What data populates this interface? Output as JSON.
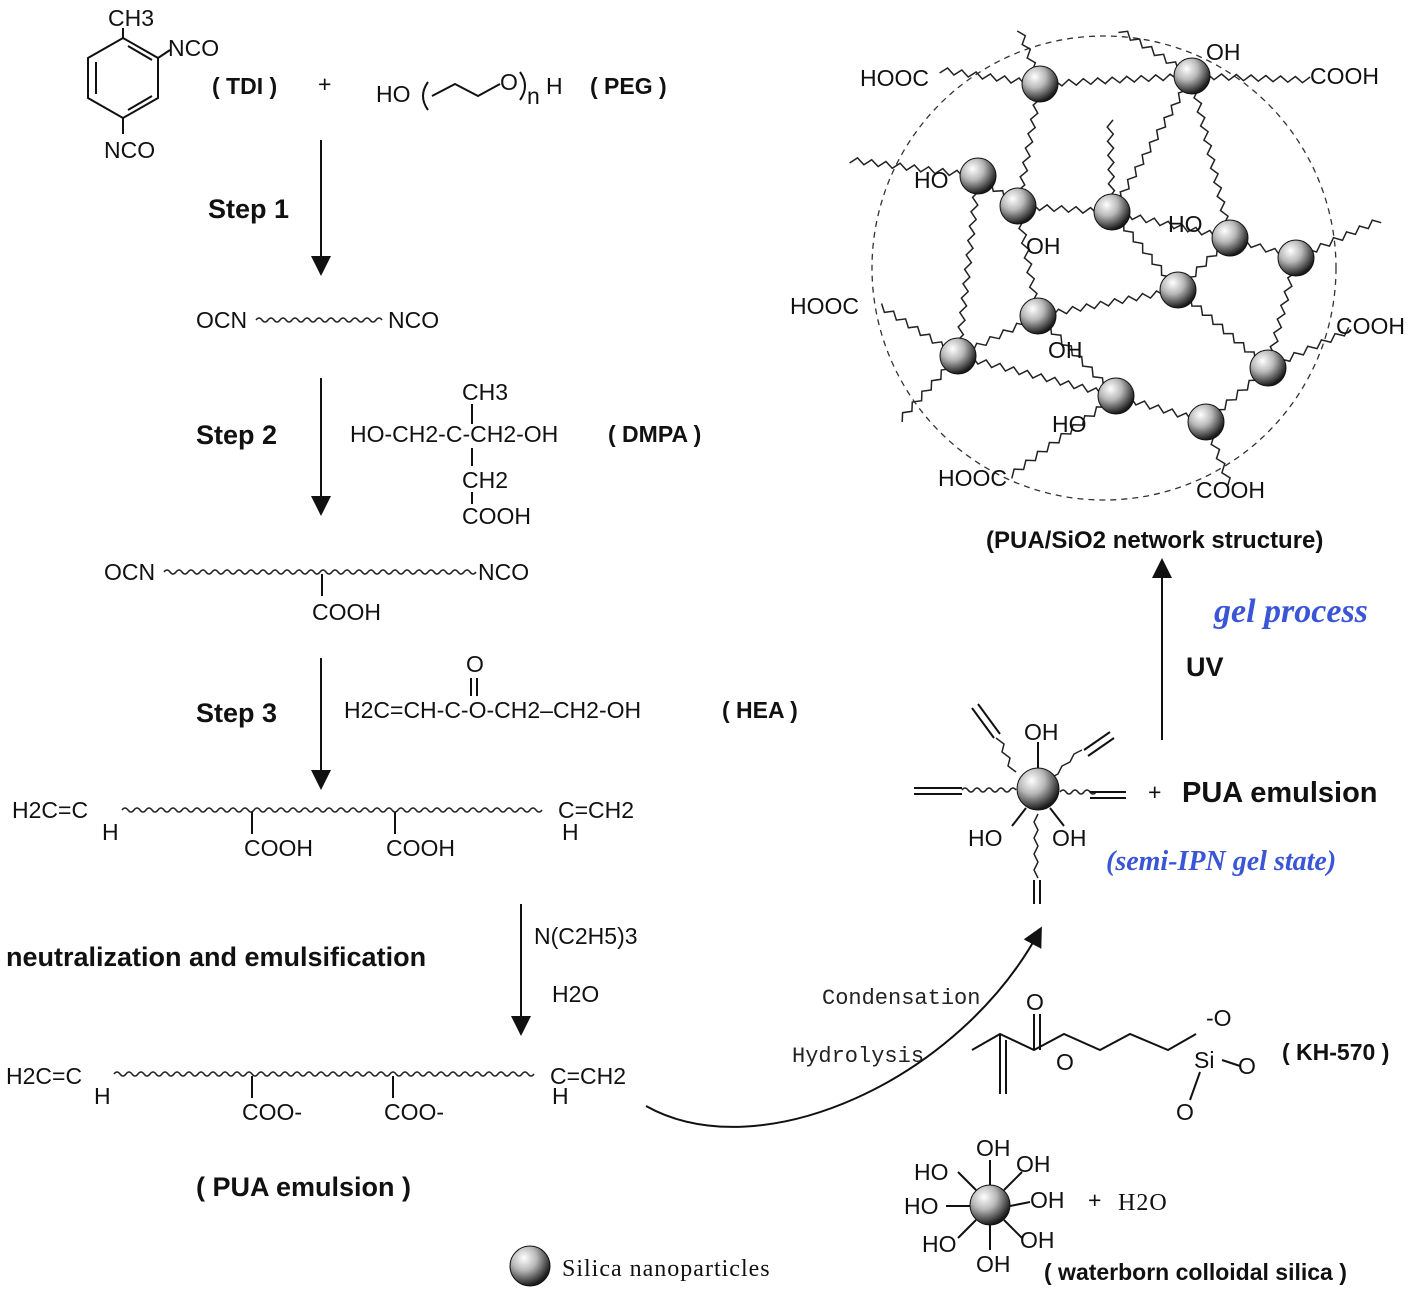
{
  "colors": {
    "accent_blue": "#3a55d6",
    "ink": "#111111"
  },
  "step1": {
    "tdi_ch3": "CH3",
    "tdi_nco_top": "NCO",
    "tdi_nco_bottom": "NCO",
    "tdi_label": "( TDI )",
    "plus": "+",
    "peg_ho": "HO",
    "peg_o": "O",
    "peg_n": "n",
    "peg_h": "H",
    "peg_label": "( PEG )",
    "step_label": "Step 1",
    "product_left": "OCN",
    "product_right": "NCO"
  },
  "step2": {
    "step_label": "Step 2",
    "dmpa_ch3": "CH3",
    "dmpa_chain": "HO-CH2-C-CH2-OH",
    "dmpa_ch2": "CH2",
    "dmpa_cooh": "COOH",
    "dmpa_label": "( DMPA )",
    "product_left": "OCN",
    "product_right": "NCO",
    "product_cooh": "COOH"
  },
  "step3": {
    "step_label": "Step 3",
    "hea_o": "O",
    "hea_chain": "H2C=CH-C-O-CH2–CH2-OH",
    "hea_label": "( HEA )",
    "product_left": "H2C=C",
    "product_left_h": "H",
    "product_right": "C=CH2",
    "product_right_h": "H",
    "product_cooh_1": "COOH",
    "product_cooh_2": "COOH"
  },
  "neutralization": {
    "label": "neutralization and emulsification",
    "reagent_1": "N(C2H5)3",
    "reagent_2": "H2O",
    "product_left": "H2C=C",
    "product_left_h": "H",
    "product_right": "C=CH2",
    "product_right_h": "H",
    "product_coo_1": "COO-",
    "product_coo_2": "COO-",
    "product_label": "( PUA emulsion )"
  },
  "legend": {
    "label": "Silica nanoparticles"
  },
  "silica": {
    "oh_labels": [
      "OH",
      "OH",
      "HO",
      "OH",
      "HO",
      "OH",
      "HO",
      "OH"
    ],
    "plus": "+",
    "water": "H2O",
    "label": "( waterborn colloidal silica )"
  },
  "kh570": {
    "o_top": "O",
    "o_ester": "O",
    "minus_o": "-O",
    "si": "Si",
    "o_right": "O",
    "o_bottom": "O",
    "label": "( KH-570 )"
  },
  "reaction": {
    "condensation": "Condensation",
    "hydrolysis": "Hydrolysis"
  },
  "modified_particle": {
    "oh_top": "OH",
    "ho_bottom_left": "HO",
    "oh_bottom_right": "OH",
    "plus": "+",
    "emulsion_label": "PUA emulsion",
    "state_label": "(semi-IPN gel state)"
  },
  "uv_step": {
    "uv": "UV",
    "gel_process": "gel process"
  },
  "network": {
    "label": "(PUA/SiO2 network structure)",
    "end_groups": [
      "HOOC",
      "COOH",
      "HOOC",
      "COOH",
      "HOOC",
      "COOH",
      "OH",
      "HO",
      "OH",
      "HO",
      "OH",
      "HO"
    ]
  }
}
